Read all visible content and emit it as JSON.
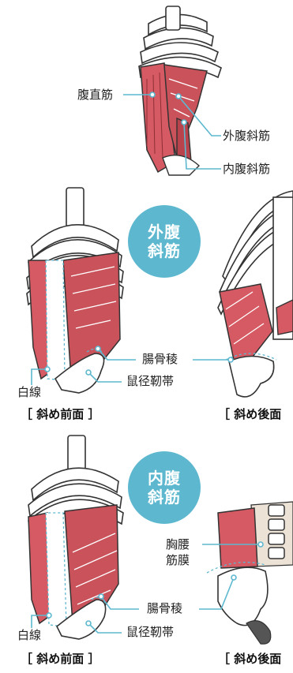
{
  "colors": {
    "muscle": "#d65a63",
    "muscle_dark": "#b8434c",
    "accent": "#5db8cf",
    "bone": "#ffffff",
    "line": "#333333",
    "fascia": "#ece3d6"
  },
  "top": {
    "rectus_label": "腹直筋",
    "external_label": "外腹斜筋",
    "internal_label": "内腹斜筋"
  },
  "section_external": {
    "badge_line1": "外腹",
    "badge_line2": "斜筋",
    "iliac_crest_label": "腸骨稜",
    "linea_alba_label": "白線",
    "inguinal_label": "鼠径靭帯",
    "caption_front": "［ 斜め前面 ］",
    "caption_back": "［ 斜め後面"
  },
  "section_internal": {
    "badge_line1": "内腹",
    "badge_line2": "斜筋",
    "fascia_label_line1": "胸腰",
    "fascia_label_line2": "筋膜",
    "iliac_crest_label": "腸骨稜",
    "linea_alba_label": "白線",
    "inguinal_label": "鼠径靭帯",
    "caption_front": "［ 斜め前面 ］",
    "caption_back": "［ 斜め後面"
  }
}
